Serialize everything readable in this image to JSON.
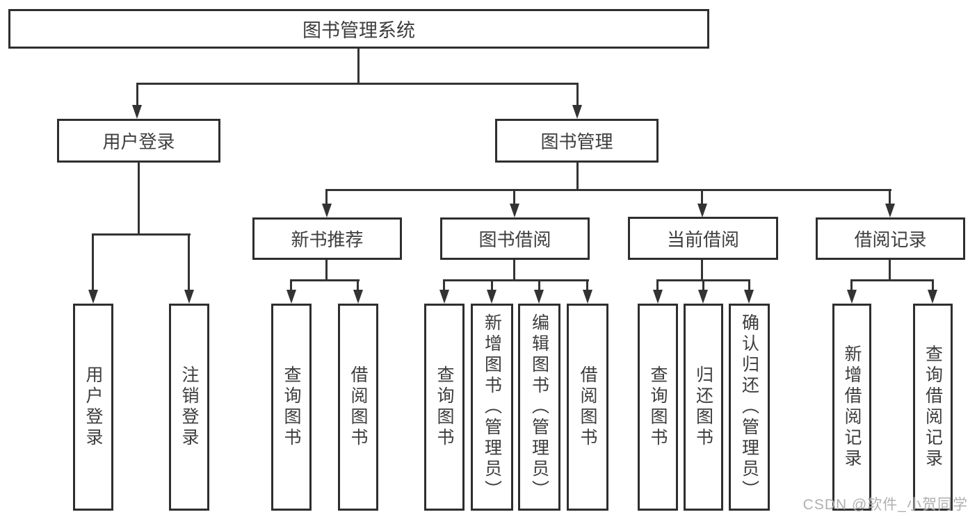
{
  "tree": {
    "label": "图书管理系统",
    "children": [
      {
        "label": "用户登录",
        "children": [
          {
            "label": "用户登录"
          },
          {
            "label": "注销登录"
          }
        ]
      },
      {
        "label": "图书管理",
        "children": [
          {
            "label": "新书推荐",
            "children": [
              {
                "label": "查询图书"
              },
              {
                "label": "借阅图书"
              }
            ]
          },
          {
            "label": "图书借阅",
            "children": [
              {
                "label": "查询图书"
              },
              {
                "label": "新增图书（管理员）"
              },
              {
                "label": "编辑图书（管理员）"
              },
              {
                "label": "借阅图书"
              }
            ]
          },
          {
            "label": "当前借阅",
            "children": [
              {
                "label": "查询图书"
              },
              {
                "label": "归还图书"
              },
              {
                "label": "确认归还（管理员）"
              }
            ]
          },
          {
            "label": "借阅记录",
            "children": [
              {
                "label": "新增借阅记录"
              },
              {
                "label": "查询借阅记录"
              }
            ]
          }
        ]
      }
    ]
  },
  "watermark": "CSDN @软件_小贺同学",
  "colors": {
    "line": "#333333",
    "border": "#2e2e2e",
    "text": "#3d3d3d",
    "watermark": "#b0b0b0",
    "background": "#ffffff"
  }
}
